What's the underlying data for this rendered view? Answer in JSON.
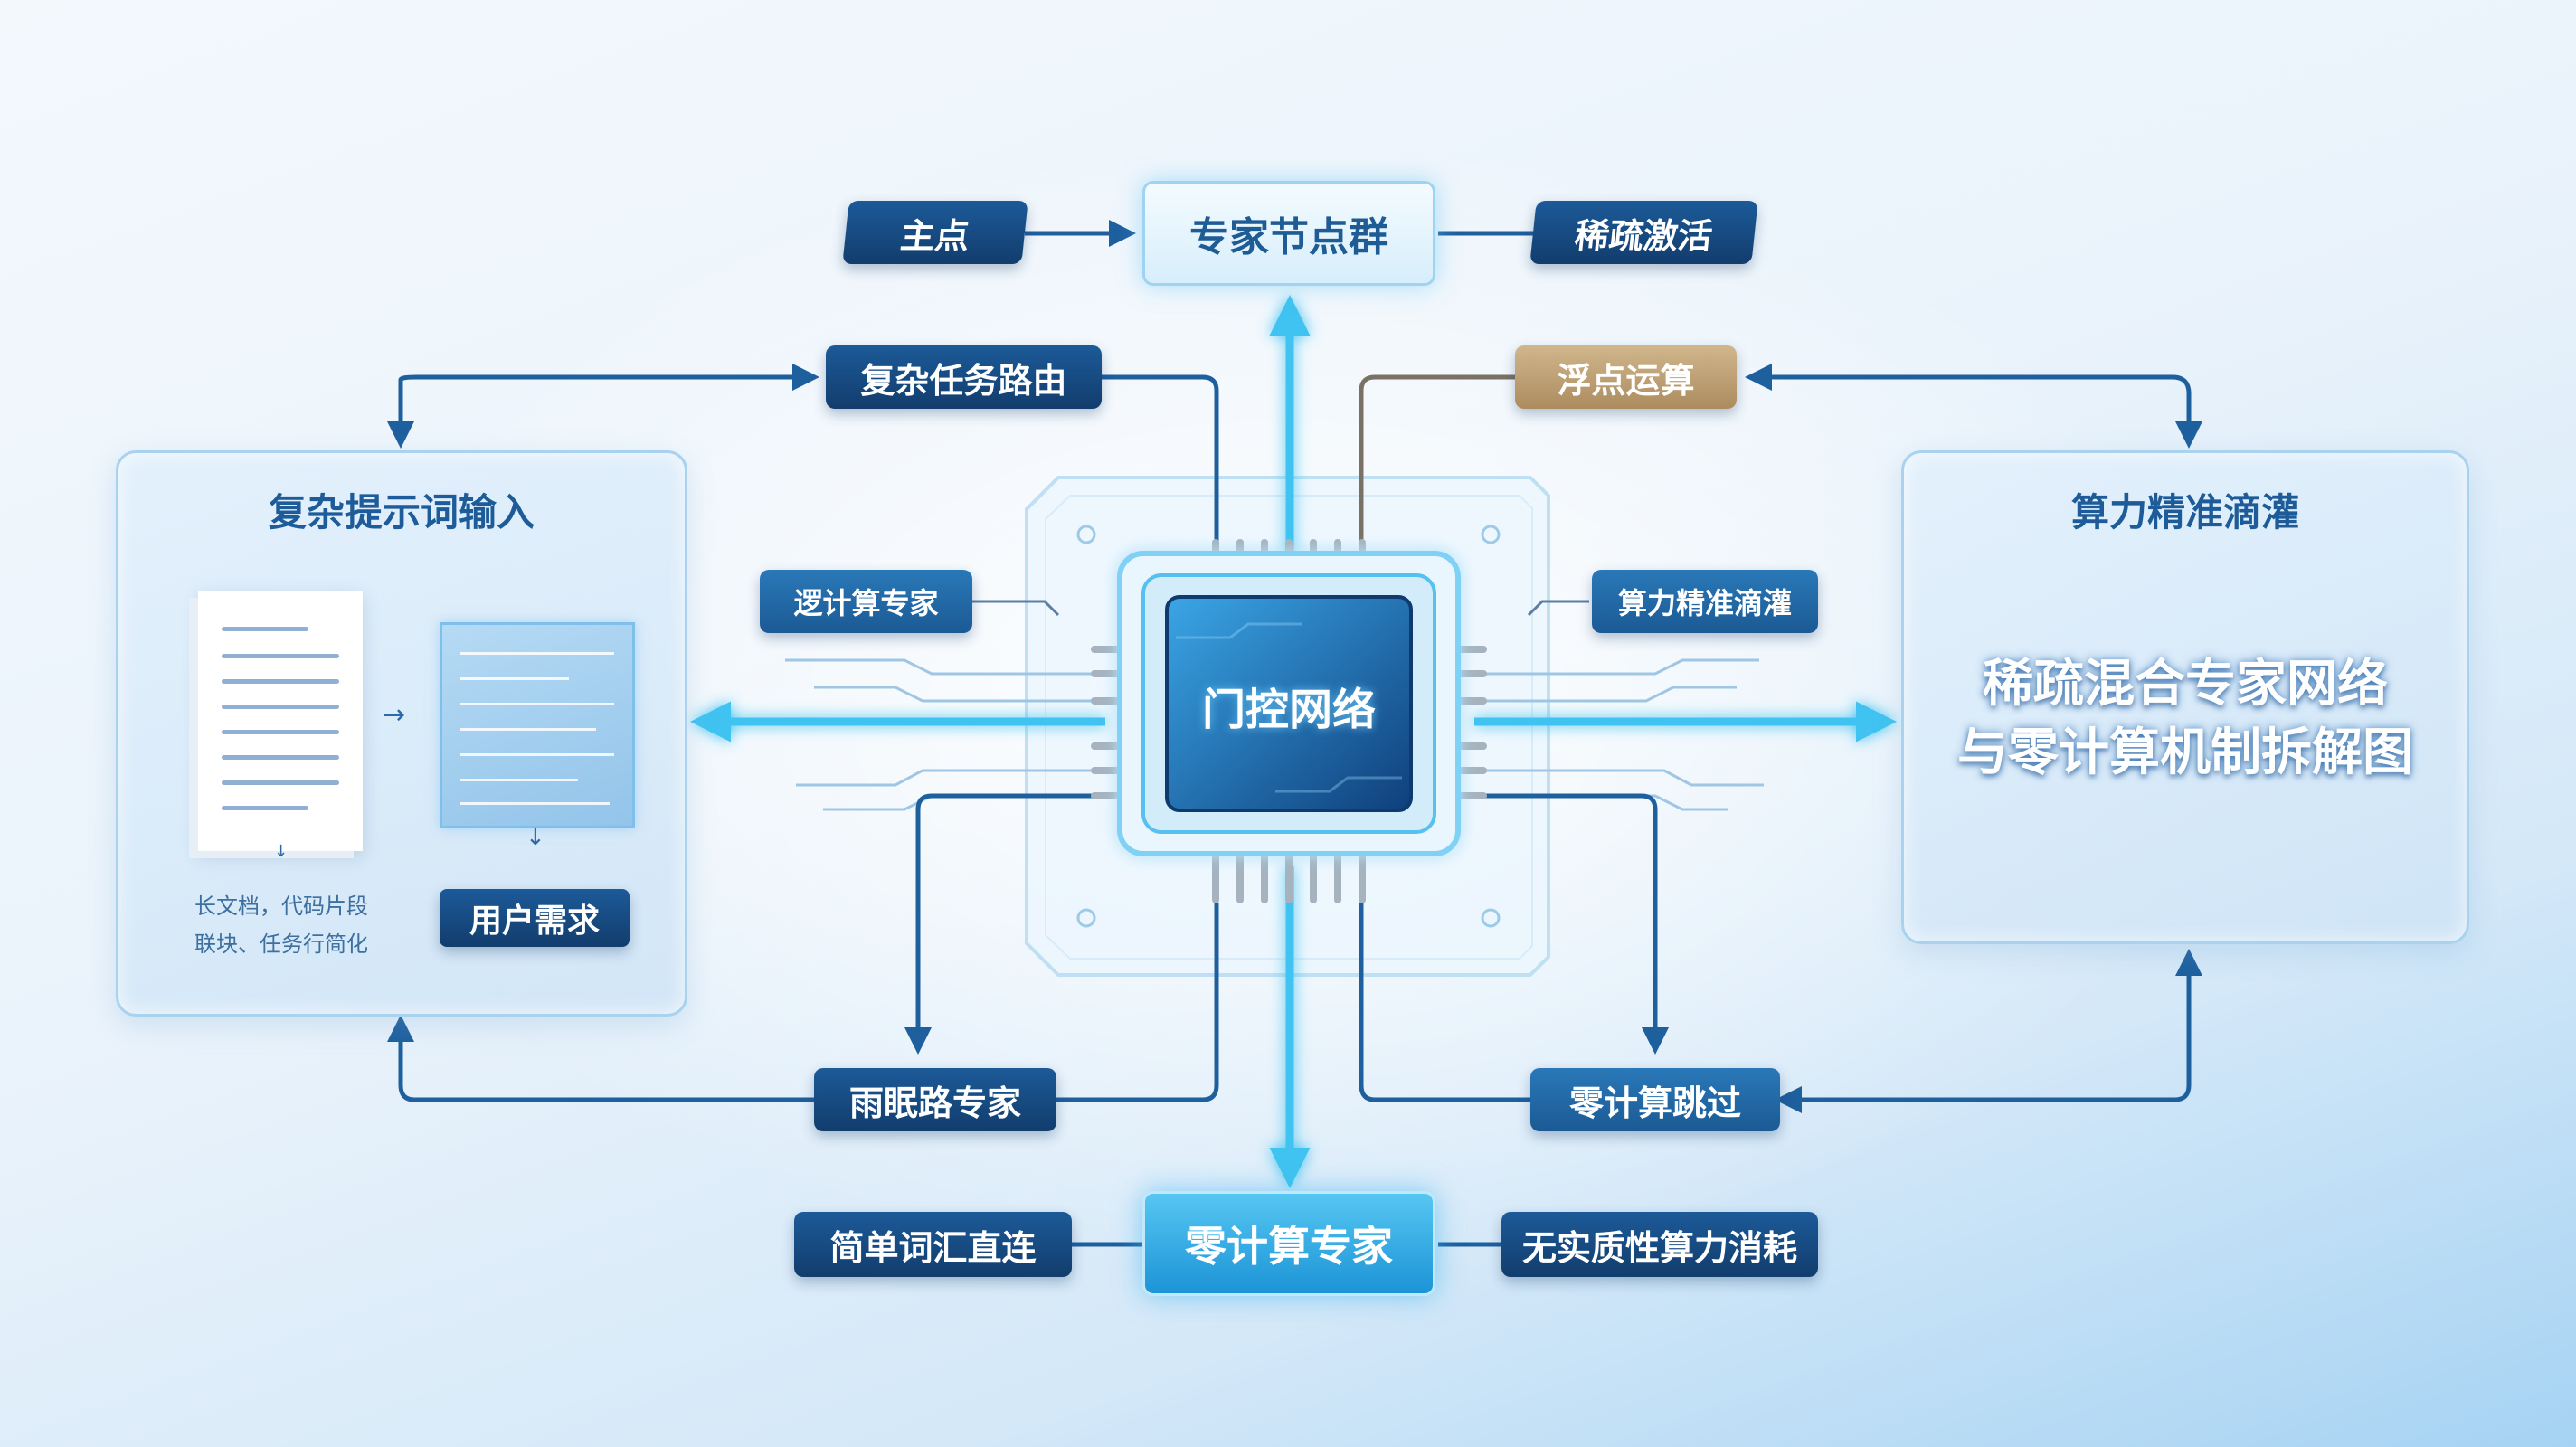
{
  "diagram": {
    "core": {
      "label": "门控网络"
    },
    "top_node": {
      "label": "专家节点群"
    },
    "bottom_node": {
      "label": "零计算专家"
    },
    "top_left_tag": "主点",
    "top_right_tag": "稀疏激活",
    "route_tag": "复杂任务路由",
    "float_tag": "浮点运算",
    "left_mid_tag": "逻计算专家",
    "right_mid_tag": "算力精准滴灌",
    "lower_left_tag": "雨眠路专家",
    "lower_right_tag": "零计算跳过",
    "bottom_left_tag": "简单词汇直连",
    "bottom_right_tag": "无实质性算力消耗",
    "colors": {
      "accent_cyan": "#3fc3f0",
      "navy": "#123d6d",
      "gold": "#b8996a",
      "flow_line": "#1e5f9e"
    }
  },
  "left_panel": {
    "title": "复杂提示词输入",
    "caption_line1": "长文档，代码片段",
    "caption_line2": "联块、任务行简化",
    "button": "用户需求"
  },
  "right_panel": {
    "title": "算力精准滴灌",
    "headline_line1": "稀疏混合专家网络",
    "headline_line2": "与零计算机制拆解图"
  }
}
